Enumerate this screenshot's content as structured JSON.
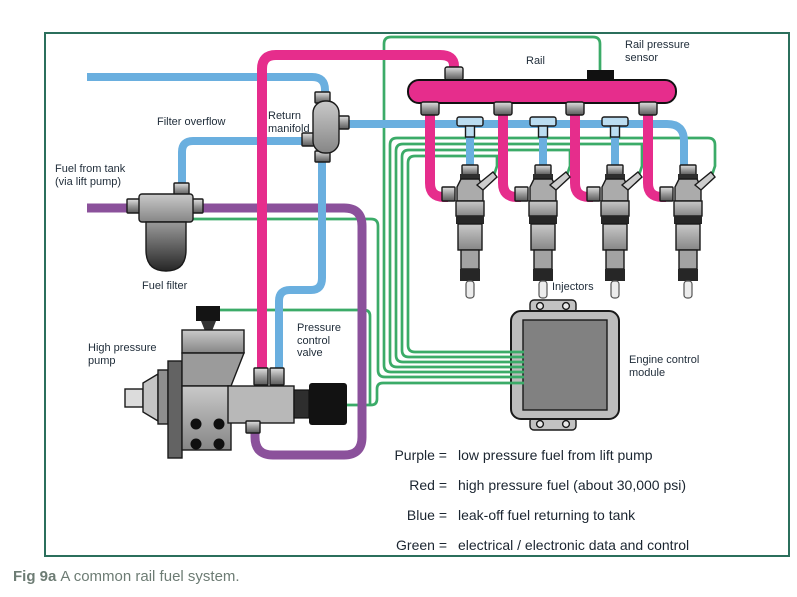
{
  "figure": {
    "caption_prefix": "Fig 9a",
    "caption_text": "A common rail fuel system."
  },
  "labels": {
    "rail": "Rail",
    "rail_pressure_sensor": [
      "Rail pressure",
      "sensor"
    ],
    "return_manifold": [
      "Return",
      "manifold"
    ],
    "filter_overflow": "Filter overflow",
    "fuel_from_tank": [
      "Fuel from tank",
      "(via lift pump)"
    ],
    "fuel_filter": "Fuel filter",
    "high_pressure_pump": [
      "High pressure",
      "pump"
    ],
    "pressure_control_valve": [
      "Pressure",
      "control",
      "valve"
    ],
    "injectors": "Injectors",
    "engine_control_module": [
      "Engine control",
      "module"
    ]
  },
  "legend": {
    "rows": [
      {
        "key": "Purple =",
        "value": "low pressure fuel from lift pump"
      },
      {
        "key": "Red =",
        "value": "high pressure fuel (about 30,000 psi)"
      },
      {
        "key": "Blue =",
        "value": "leak-off fuel returning to tank"
      },
      {
        "key": "Green =",
        "value": "electrical / electronic data and control"
      }
    ]
  },
  "colors": {
    "pink": "#E62D8C",
    "blue": "#6AAFDF",
    "purple": "#8B519B",
    "green": "#3BAB68",
    "frame": "#2B6F5C"
  }
}
